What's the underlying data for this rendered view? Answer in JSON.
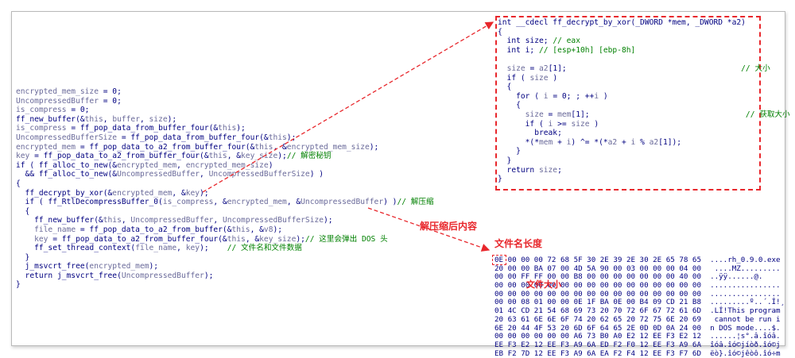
{
  "left_code": [
    [
      [
        "v",
        "encrypted_mem_size"
      ],
      [
        "t",
        " = 0;"
      ]
    ],
    [
      [
        "v",
        "UncompressedBuffer"
      ],
      [
        "t",
        " = 0;"
      ]
    ],
    [
      [
        "v",
        "is_compress"
      ],
      [
        "t",
        " = 0;"
      ]
    ],
    [
      [
        "t",
        "ff_new_buffer(&"
      ],
      [
        "v",
        "this"
      ],
      [
        "t",
        ", "
      ],
      [
        "v",
        "buffer"
      ],
      [
        "t",
        ", "
      ],
      [
        "v",
        "size"
      ],
      [
        "t",
        ");"
      ]
    ],
    [
      [
        "v",
        "is_compress"
      ],
      [
        "t",
        " = ff_pop_data_from_buffer_four(&"
      ],
      [
        "v",
        "this"
      ],
      [
        "t",
        ");"
      ]
    ],
    [
      [
        "v",
        "UncompressedBufferSize"
      ],
      [
        "t",
        " = ff_pop_data_from_buffer_four(&"
      ],
      [
        "v",
        "this"
      ],
      [
        "t",
        ");"
      ]
    ],
    [
      [
        "v",
        "encrypted_mem"
      ],
      [
        "t",
        " = ff_pop_data_to_a2_from_buffer_four(&"
      ],
      [
        "v",
        "this"
      ],
      [
        "t",
        ", &"
      ],
      [
        "v",
        "encrypted_mem_size"
      ],
      [
        "t",
        ");"
      ]
    ],
    [
      [
        "v",
        "key"
      ],
      [
        "t",
        " = ff_pop_data_to_a2_from_buffer_four(&"
      ],
      [
        "v",
        "this"
      ],
      [
        "t",
        ", &"
      ],
      [
        "v",
        "key_size"
      ],
      [
        "t",
        ");"
      ],
      [
        "c",
        "// 解密秘钥"
      ]
    ],
    [
      [
        "t",
        "if ( ff_alloc_to_new(&"
      ],
      [
        "v",
        "encrypted_mem"
      ],
      [
        "t",
        ", "
      ],
      [
        "v",
        "encrypted_mem_size"
      ],
      [
        "t",
        ")"
      ]
    ],
    [
      [
        "t",
        "  && ff_alloc_to_new(&"
      ],
      [
        "v",
        "UncompressedBuffer"
      ],
      [
        "t",
        ", "
      ],
      [
        "v",
        "UncompressedBufferSize"
      ],
      [
        "t",
        ") )"
      ]
    ],
    [
      [
        "t",
        "{"
      ]
    ],
    [
      [
        "t",
        "  ff_decrypt_by_xor(&"
      ],
      [
        "v",
        "encrypted_mem"
      ],
      [
        "t",
        ", &"
      ],
      [
        "v",
        "key"
      ],
      [
        "t",
        ");"
      ]
    ],
    [
      [
        "t",
        "  if ( ff_RtlDecompressBuffer_0("
      ],
      [
        "v",
        "is_compress"
      ],
      [
        "t",
        ", &"
      ],
      [
        "v",
        "encrypted_mem"
      ],
      [
        "t",
        ", &"
      ],
      [
        "v",
        "UncompressedBuffer"
      ],
      [
        "t",
        ") )"
      ],
      [
        "c",
        "// 解压缩"
      ]
    ],
    [
      [
        "t",
        "  {"
      ]
    ],
    [
      [
        "t",
        "    ff_new_buffer(&"
      ],
      [
        "v",
        "this"
      ],
      [
        "t",
        ", "
      ],
      [
        "v",
        "UncompressedBuffer"
      ],
      [
        "t",
        ", "
      ],
      [
        "v",
        "UncompressedBufferSize"
      ],
      [
        "t",
        ");"
      ]
    ],
    [
      [
        "t",
        "    "
      ],
      [
        "v",
        "file_name"
      ],
      [
        "t",
        " = ff_pop_data_to_a2_from_buffer(&"
      ],
      [
        "v",
        "this"
      ],
      [
        "t",
        ", &"
      ],
      [
        "v",
        "v8"
      ],
      [
        "t",
        ");"
      ]
    ],
    [
      [
        "t",
        "    "
      ],
      [
        "v",
        "key"
      ],
      [
        "t",
        " = ff_pop_data_to_a2_from_buffer_four(&"
      ],
      [
        "v",
        "this"
      ],
      [
        "t",
        ", &"
      ],
      [
        "v",
        "key_size"
      ],
      [
        "t",
        ");"
      ],
      [
        "c",
        "// 这里会弹出 DOS 头"
      ]
    ],
    [
      [
        "t",
        "    ff_set_thread_context("
      ],
      [
        "v",
        "file_name"
      ],
      [
        "t",
        ", "
      ],
      [
        "v",
        "key"
      ],
      [
        "t",
        ");    "
      ],
      [
        "c",
        "// 文件名和文件数据"
      ]
    ],
    [
      [
        "t",
        "  }"
      ]
    ],
    [
      [
        "t",
        "  j_msvcrt_free("
      ],
      [
        "v",
        "encrypted_mem"
      ],
      [
        "t",
        ");"
      ]
    ],
    [
      [
        "t",
        "  return j_msvcrt_free("
      ],
      [
        "v",
        "UncompressedBuffer"
      ],
      [
        "t",
        ");"
      ]
    ],
    [
      [
        "t",
        "}"
      ]
    ]
  ],
  "right_code": [
    [
      [
        "t",
        "int __cdecl ff_decrypt_by_xor(_DWORD *mem, _DWORD *a2)"
      ]
    ],
    [
      [
        "t",
        "{"
      ]
    ],
    [
      [
        "t",
        "  int size; "
      ],
      [
        "c",
        "// eax"
      ]
    ],
    [
      [
        "t",
        "  int i; "
      ],
      [
        "c",
        "// [esp+10h] [ebp-8h]"
      ]
    ],
    [
      [
        "t",
        ""
      ]
    ],
    [
      [
        "t",
        "  "
      ],
      [
        "v",
        "size"
      ],
      [
        "t",
        " = "
      ],
      [
        "v",
        "a2"
      ],
      [
        "t",
        "[1];                                      "
      ],
      [
        "c",
        "// 大小"
      ]
    ],
    [
      [
        "t",
        "  if ( "
      ],
      [
        "v",
        "size"
      ],
      [
        "t",
        " )"
      ]
    ],
    [
      [
        "t",
        "  {"
      ]
    ],
    [
      [
        "t",
        "    for ( "
      ],
      [
        "v",
        "i"
      ],
      [
        "t",
        " = 0; ; ++"
      ],
      [
        "v",
        "i"
      ],
      [
        "t",
        " )"
      ]
    ],
    [
      [
        "t",
        "    {"
      ]
    ],
    [
      [
        "t",
        "      "
      ],
      [
        "v",
        "size"
      ],
      [
        "t",
        " = "
      ],
      [
        "v",
        "mem"
      ],
      [
        "t",
        "[1];                                  "
      ],
      [
        "c",
        "// 获取大小"
      ]
    ],
    [
      [
        "t",
        "      if ( "
      ],
      [
        "v",
        "i"
      ],
      [
        "t",
        " >= "
      ],
      [
        "v",
        "size"
      ],
      [
        "t",
        " )"
      ]
    ],
    [
      [
        "t",
        "        break;"
      ]
    ],
    [
      [
        "t",
        "      *(*"
      ],
      [
        "v",
        "mem"
      ],
      [
        "t",
        " + "
      ],
      [
        "v",
        "i"
      ],
      [
        "t",
        ") ^= *(*"
      ],
      [
        "v",
        "a2"
      ],
      [
        "t",
        " + "
      ],
      [
        "v",
        "i"
      ],
      [
        "t",
        " % "
      ],
      [
        "v",
        "a2"
      ],
      [
        "t",
        "[1]);"
      ]
    ],
    [
      [
        "t",
        "    }"
      ]
    ],
    [
      [
        "t",
        "  }"
      ]
    ],
    [
      [
        "t",
        "  return "
      ],
      [
        "v",
        "size"
      ],
      [
        "t",
        ";"
      ]
    ],
    [
      [
        "t",
        "}"
      ]
    ]
  ],
  "hex_dump": {
    "rows": [
      {
        "hex": "0E 00 00 00 72 68 5F 30 2E 39 2E 30 2E 65 78 65",
        "ascii": "....rh_0.9.0.exe"
      },
      {
        "hex": "20 00 00 BA 07 00 4D 5A 90 00 03 00 00 00 04 00",
        "ascii": " ....MZ........."
      },
      {
        "hex": "00 00 FF FF 00 00 B8 00 00 00 00 00 00 00 40 00",
        "ascii": "..ÿÿ......@."
      },
      {
        "hex": "00 00 00 00 00 00 00 00 00 00 00 00 00 00 00 00",
        "ascii": "................"
      },
      {
        "hex": "00 00 00 00 00 00 00 00 00 00 00 00 00 00 00 00",
        "ascii": "................"
      },
      {
        "hex": "00 00 08 01 00 00 0E 1F BA 0E 00 B4 09 CD 21 B8",
        "ascii": ".........º..´.Í!¸"
      },
      {
        "hex": "01 4C CD 21 54 68 69 73 20 70 72 6F 67 72 61 6D",
        "ascii": ".LÍ!This program"
      },
      {
        "hex": "20 63 61 6E 6E 6F 74 20 62 65 20 72 75 6E 20 69",
        "ascii": " cannot be run i"
      },
      {
        "hex": "6E 20 44 4F 53 20 6D 6F 64 65 2E 0D 0D 0A 24 00",
        "ascii": "n DOS mode....$."
      },
      {
        "hex": "00 00 00 00 00 00 A6 73 B0 A0 E2 12 EE F3 E2 12",
        "ascii": "......¦s°.â.îóâ."
      },
      {
        "hex": "EE F3 E2 12 EE F3 A9 6A ED F2 F0 12 EE F3 A9 6A",
        "ascii": "îóâ.îó©jíòð.îó©j"
      },
      {
        "hex": "EB F2 7D 12 EE F3 A9 6A EA F2 F4 12 EE F3 F7 6D",
        "ascii": "ëò}.îó©jêòô.îó÷m"
      }
    ]
  },
  "annotations": {
    "decompressed_content": "解压缩后内容",
    "file_name_length": "文件名长度",
    "file_size": "文件大小"
  },
  "colors": {
    "accent_red": "#e8272c",
    "code_blue": "#000080",
    "var_gray": "#6a6a9a",
    "comment_green": "#008000"
  }
}
